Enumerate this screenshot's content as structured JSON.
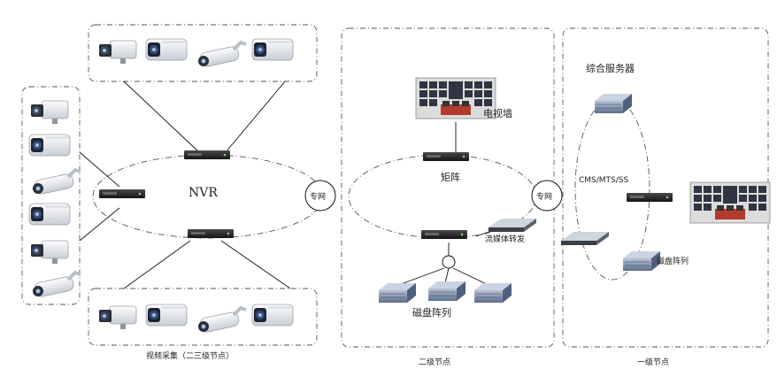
{
  "labels": {
    "nvr": "NVR",
    "private_net_1": "专网",
    "private_net_2": "专网",
    "video_wall": "电视墙",
    "matrix": "矩阵",
    "stream_media": "流媒体转发",
    "disk_array_mid": "磁盘阵列",
    "integrated_server": "综合服务器",
    "cms": "CMS/MTS/SS",
    "disk_array_right": "磁盘阵列"
  },
  "captions": {
    "left": "视频采集（二三级节点）",
    "middle": "二级节点",
    "right": "一级节点"
  },
  "colors": {
    "line": "#111111",
    "dash": "#555555",
    "camera_body": "#e8ebef",
    "camera_lens": "#2a3548",
    "device_dark": "#2b2b2b",
    "disk_blue": "#7f92b0"
  }
}
